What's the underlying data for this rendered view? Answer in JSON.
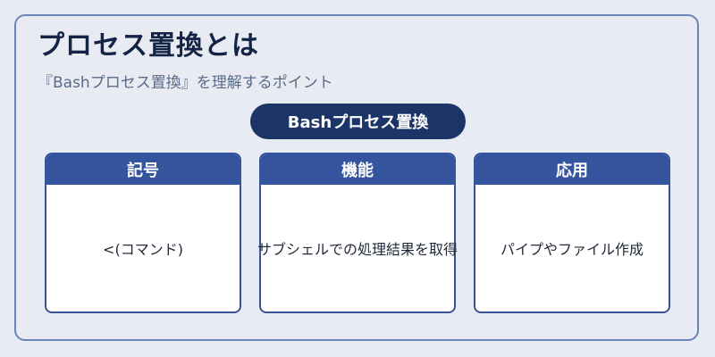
{
  "title": "プロセス置換とは",
  "subtitle": "『Bashプロセス置換』を理解するポイント",
  "center_label": "Bashプロセス置換",
  "cards": [
    {
      "header": "記号",
      "body": "<(コマンド)"
    },
    {
      "header": "機能",
      "body": "サブシェルでの処理結果を取得"
    },
    {
      "header": "応用",
      "body": "パイプやファイル作成"
    }
  ],
  "colors": {
    "background": "#e8ecf2",
    "frame_border": "#6b84b8",
    "title": "#142446",
    "pill": "#1c3569",
    "card_header": "#34559e"
  }
}
